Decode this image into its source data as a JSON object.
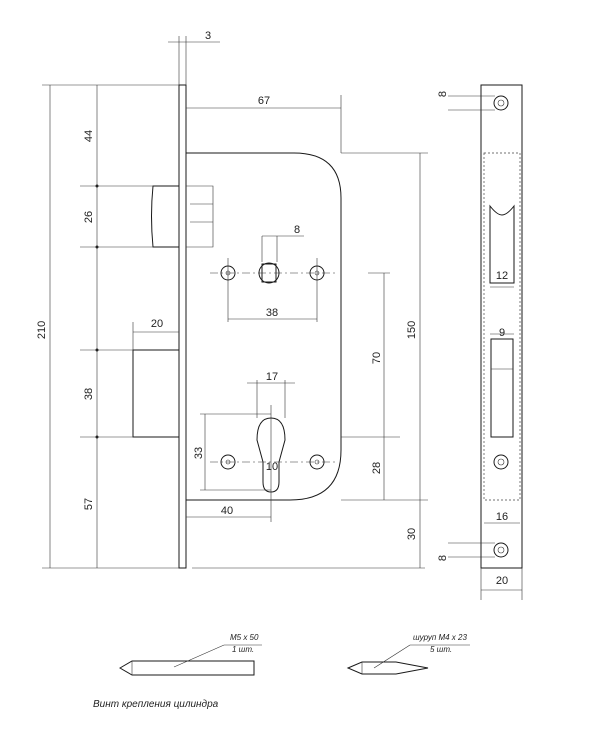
{
  "dimensions": {
    "faceplate_thickness": "3",
    "backset_depth": "67",
    "height_total": "210",
    "top_to_latch": "44",
    "latch_height": "26",
    "bolt_throw": "20",
    "bolt_height": "38",
    "bottom_to_bolt": "57",
    "spindle_square": "8",
    "handle_screw_spacing": "38",
    "cylinder_width": "17",
    "case_height": "150",
    "handle_to_cylinder": "70",
    "cylinder_screw_spacing": "33",
    "cylinder_pin_width": "10",
    "cylinder_to_case_bottom": "28",
    "backset": "40",
    "case_bottom_to_plate_end": "30",
    "plate_top_hole": "8",
    "latch_slot_width": "12",
    "bolt_slot_width": "9",
    "lower_slot_width": "16",
    "plate_width": "20",
    "plate_bottom_hole": "8"
  },
  "parts": {
    "screw_label": "M5 x 50",
    "screw_qty": "1 шт.",
    "woodscrew_label": "шуруп M4 x 23",
    "woodscrew_qty": "5 шт.",
    "caption": "Винт крепления цилиндра"
  }
}
